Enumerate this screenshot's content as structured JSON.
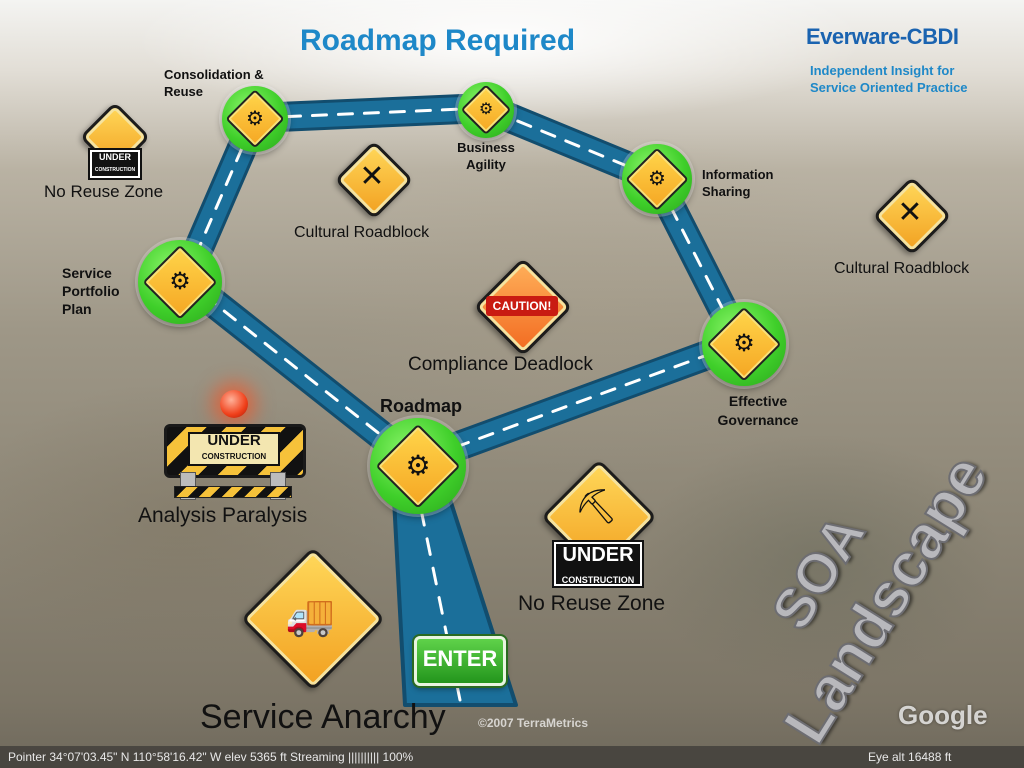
{
  "title": "Roadmap Required",
  "logo": {
    "text": "Everware-CBDI",
    "tagline": "Independent Insight for Service Oriented Practice"
  },
  "nodes": {
    "consolidation": "Consolidation & Reuse",
    "business_agility": "Business Agility",
    "information_sharing": "Information Sharing",
    "service_portfolio": "Service Portfolio Plan",
    "effective_governance": "Effective Governance",
    "roadmap": "Roadmap"
  },
  "hazards": {
    "no_reuse_top": "No Reuse Zone",
    "cultural_center": "Cultural Roadblock",
    "cultural_right": "Cultural Roadblock",
    "compliance": "Compliance Deadlock",
    "analysis": "Analysis Paralysis",
    "no_reuse_bottom": "No Reuse Zone",
    "service_anarchy": "Service Anarchy"
  },
  "sign_text": {
    "under_line1": "UNDER",
    "under_line2": "CONSTRUCTION",
    "caution": "CAUTION!"
  },
  "enter_label": "ENTER",
  "watermark": {
    "line1": "SOA",
    "line2": "Landscape"
  },
  "map_overlay": {
    "credit": "©2007 TerraMetrics",
    "brand": "Google",
    "status_left": "Pointer  34°07'03.45\" N  110°58'16.42\" W  elev  5365 ft   Streaming  ||||||||||  100%",
    "status_right": "Eye alt     16488 ft"
  },
  "colors": {
    "title": "#1e88c8",
    "road": "#1b6f9a",
    "node": "#3fcf2a",
    "sign": "#f5a623"
  },
  "icons": {
    "node_icon": "gears-icon",
    "worker_sign": "worker-shovel-icon",
    "roadblock_sign": "crossed-shovels-icon",
    "truck_sign": "dump-truck-icon",
    "beacon": "warning-light-icon"
  }
}
